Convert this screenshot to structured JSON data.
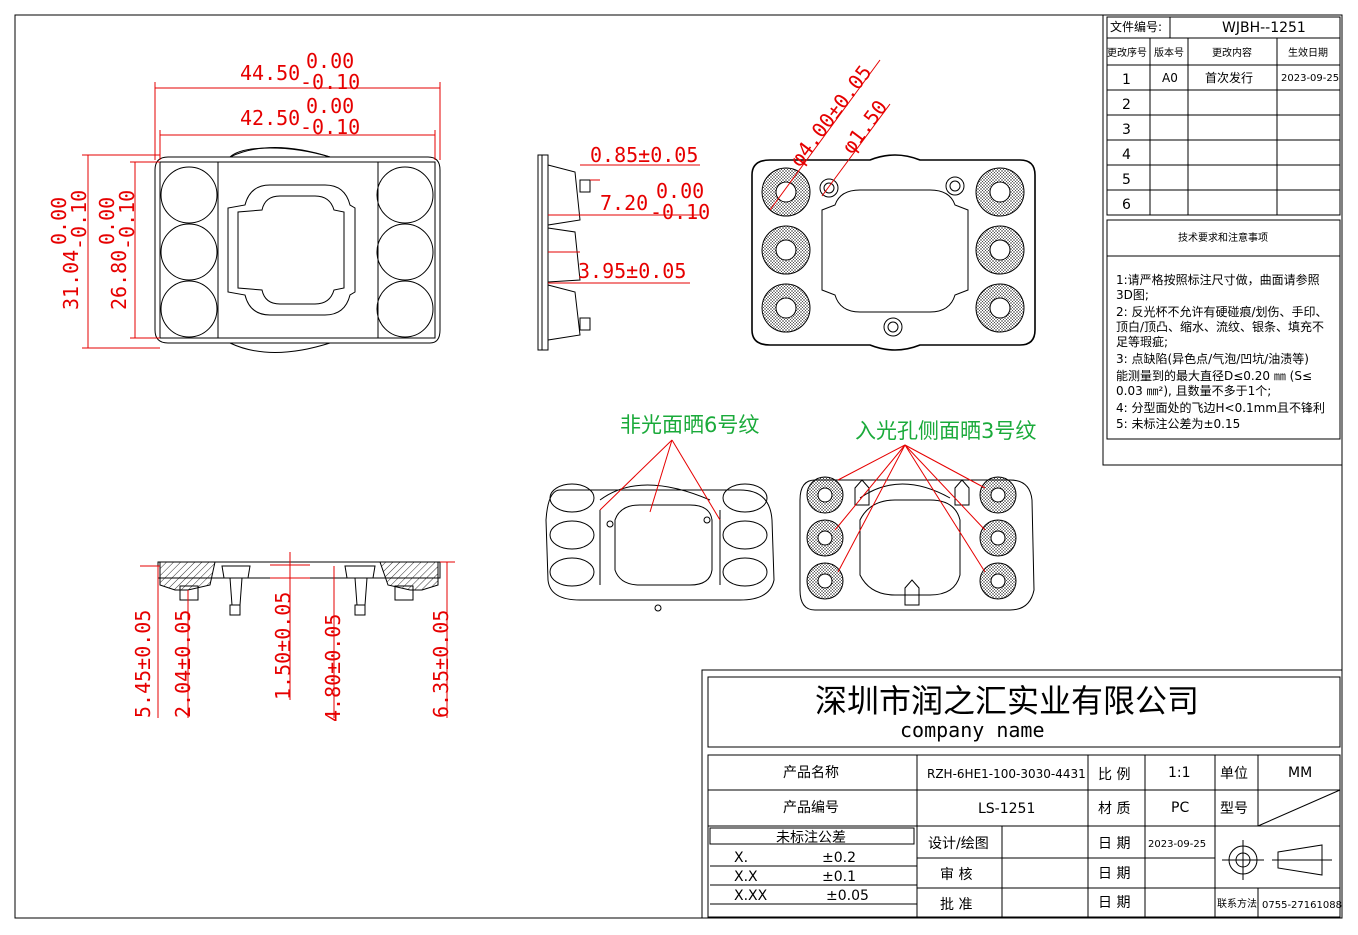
{
  "title_block": {
    "file_no_label": "文件编号:",
    "file_no": "WJBH--1251",
    "rev_headers": [
      "更改序号",
      "版本号",
      "更改内容",
      "生效日期"
    ],
    "rev_rows": [
      {
        "no": "1",
        "ver": "A0",
        "content": "首次发行",
        "date": "2023-09-25"
      },
      {
        "no": "2",
        "ver": "",
        "content": "",
        "date": ""
      },
      {
        "no": "3",
        "ver": "",
        "content": "",
        "date": ""
      },
      {
        "no": "4",
        "ver": "",
        "content": "",
        "date": ""
      },
      {
        "no": "5",
        "ver": "",
        "content": "",
        "date": ""
      },
      {
        "no": "6",
        "ver": "",
        "content": "",
        "date": ""
      }
    ],
    "notes_title": "技术要求和注意事项",
    "notes": [
      "1:请严格按照标注尺寸做，曲面请参照",
      "3D图;",
      "2: 反光杯不允许有硬碰痕/划伤、手印、",
      "顶白/顶凸、缩水、流纹、银条、填充不",
      "足等瑕疵;",
      "3: 点缺陷(异色点/气泡/凹坑/油渍等)",
      "能测量到的最大直径D≤0.20 ㎜ (S≤",
      "0.03 ㎜²),  且数量不多于1个;",
      "4: 分型面处的飞边H<0.1mm且不锋利",
      "5: 未标注公差为±0.15"
    ],
    "company_cn": "深圳市润之汇实业有限公司",
    "company_en": "company    name",
    "product_name_label": "产品名称",
    "product_name": "RZH-6HE1-100-3030-4431",
    "product_code_label": "产品编号",
    "product_code": "LS-1251",
    "tol_title": "未标注公差",
    "tolerances": [
      {
        "k": "X.",
        "v": "±0.2"
      },
      {
        "k": "X.X",
        "v": "±0.1"
      },
      {
        "k": "X.XX",
        "v": "±0.05"
      }
    ],
    "design_label": "设计/绘图",
    "review_label": "审  核",
    "approve_label": "批  准",
    "scale_label": "比 例",
    "scale": "1:1",
    "material_label": "材 质",
    "material": "PC",
    "date_label": "日 期",
    "date": "2023-09-25",
    "unit_label": "单位",
    "unit": "MM",
    "model_label": "型号",
    "contact_label": "联系方法",
    "contact": "0755-27161088"
  },
  "dims": {
    "w_outer": "44.50",
    "w_outer_up": "0.00",
    "w_outer_lo": "-0.10",
    "w_inner": "42.50",
    "w_inner_up": "0.00",
    "w_inner_lo": "-0.10",
    "h_outer": "31.04",
    "h_outer_up": "0.00",
    "h_outer_lo": "-0.10",
    "h_inner": "26.80",
    "h_inner_up": "0.00",
    "h_inner_lo": "-0.10",
    "pin": "0.85±0.05",
    "depth": "7.20",
    "depth_up": "0.00",
    "depth_lo": "-0.10",
    "cup": "3.95±0.05",
    "dia_big": "φ4.00±0.05",
    "dia_small": "φ1.50",
    "s1": "5.45±0.05",
    "s2": "2.04±0.05",
    "s3": "1.50±0.05",
    "s4": "4.80±0.05",
    "s5": "6.35±0.05"
  },
  "annotations": {
    "matte": "非光面晒6号纹",
    "entry": "入光孔侧面晒3号纹"
  }
}
